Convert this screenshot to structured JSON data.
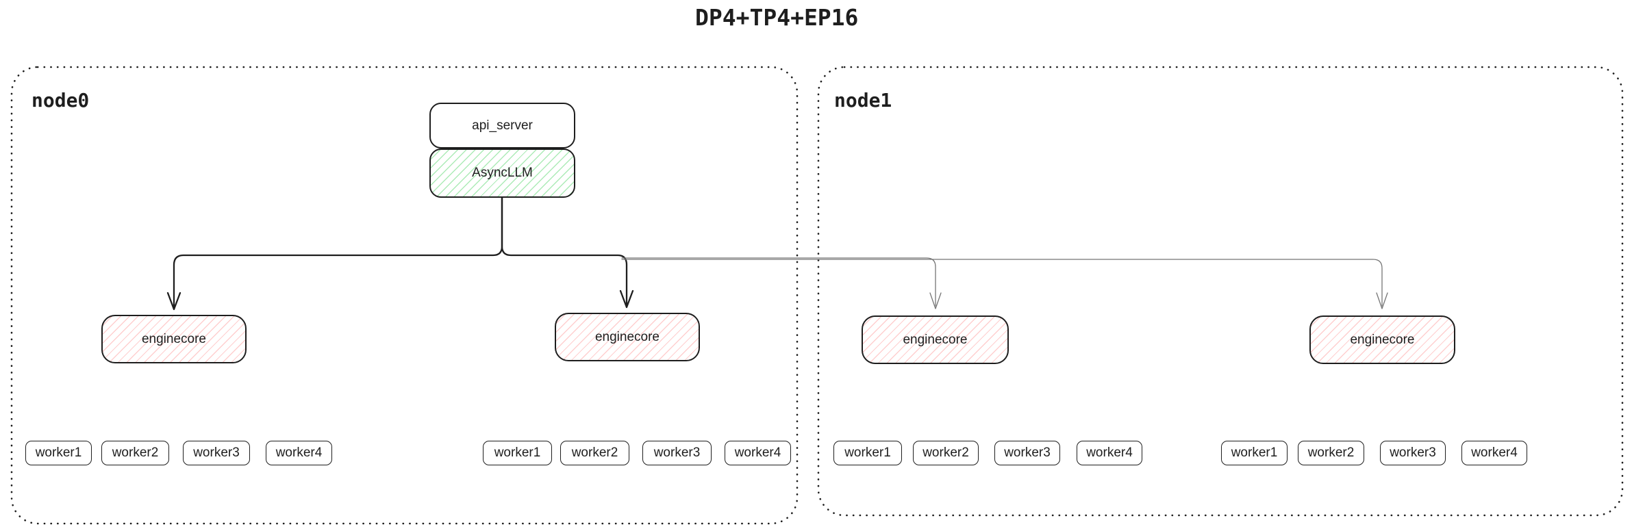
{
  "title": "DP4+TP4+EP16",
  "colors": {
    "ink": "#1e1e1e",
    "green_hatch": "#69db7c",
    "red_hatch": "#ff8787",
    "thin_wire": "#757575"
  },
  "nodes": [
    {
      "label": "node0",
      "api_server_label": "api_server",
      "asyncllm_label": "AsyncLLM",
      "enginecores": [
        {
          "label": "enginecore",
          "workers": [
            "worker1",
            "worker2",
            "worker3",
            "worker4"
          ]
        },
        {
          "label": "enginecore",
          "workers": [
            "worker1",
            "worker2",
            "worker3",
            "worker4"
          ]
        }
      ]
    },
    {
      "label": "node1",
      "enginecores": [
        {
          "label": "enginecore",
          "workers": [
            "worker1",
            "worker2",
            "worker3",
            "worker4"
          ]
        },
        {
          "label": "enginecore",
          "workers": [
            "worker1",
            "worker2",
            "worker3",
            "worker4"
          ]
        }
      ]
    }
  ]
}
